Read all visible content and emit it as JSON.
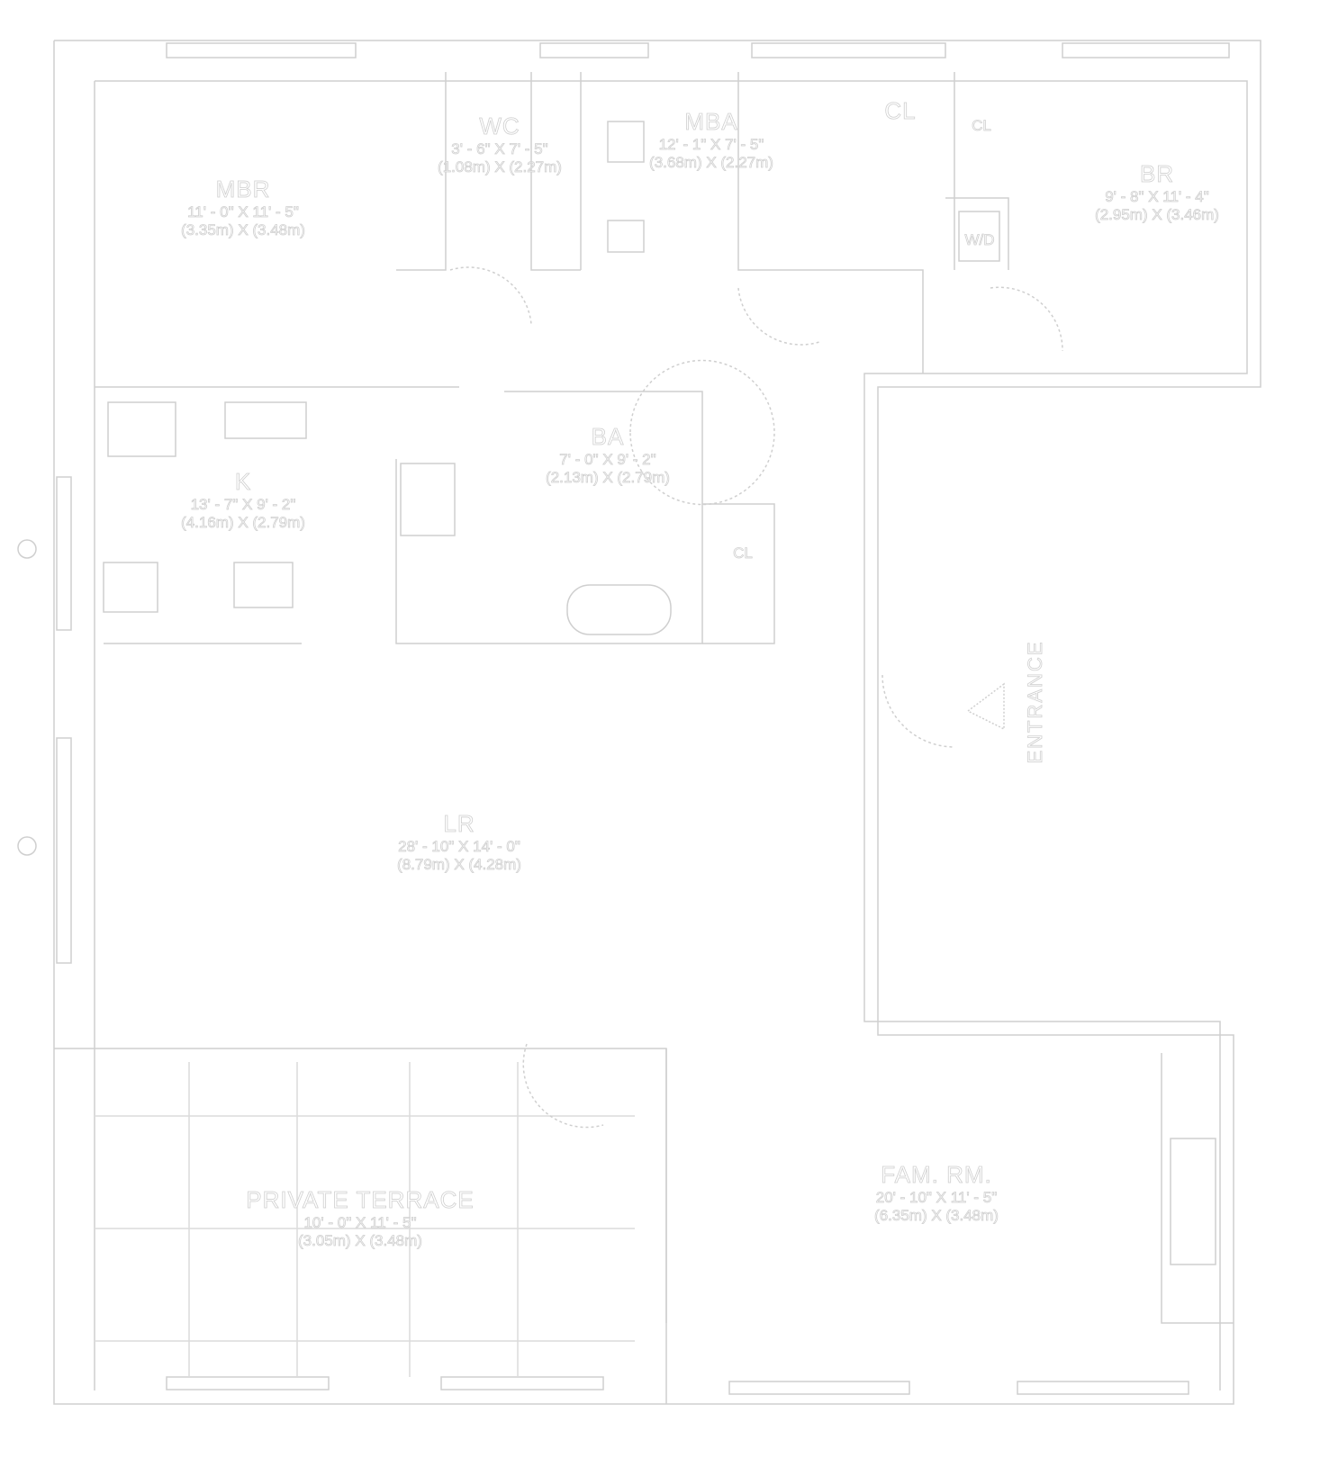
{
  "colors": {
    "background": "#ffffff",
    "lines": "#cfcfcf"
  },
  "rooms": {
    "mbr": {
      "name": "MBR",
      "dim_imperial": "11' - 0\" X 11' - 5\"",
      "dim_metric": "(3.35m) X (3.48m)"
    },
    "wc": {
      "name": "WC",
      "dim_imperial": "3' - 6\" X 7' - 5\"",
      "dim_metric": "(1.08m) X (2.27m)"
    },
    "mba": {
      "name": "MBA",
      "dim_imperial": "12' - 1\" X 7' - 5\"",
      "dim_metric": "(3.68m) X (2.27m)"
    },
    "br": {
      "name": "BR",
      "dim_imperial": "9' - 8\" X 11' - 4\"",
      "dim_metric": "(2.95m) X (3.46m)"
    },
    "k": {
      "name": "K",
      "dim_imperial": "13' - 7\" X 9' - 2\"",
      "dim_metric": "(4.16m) X (2.79m)"
    },
    "ba": {
      "name": "BA",
      "dim_imperial": "7' - 0\" X 9' - 2\"",
      "dim_metric": "(2.13m) X (2.79m)"
    },
    "cl1": {
      "name": "CL"
    },
    "cl2": {
      "name": "CL"
    },
    "cl3": {
      "name": "CL"
    },
    "wd": {
      "name": "W/D"
    },
    "lr": {
      "name": "LR",
      "dim_imperial": "28' - 10\" X 14' - 0\"",
      "dim_metric": "(8.79m) X (4.28m)"
    },
    "terrace": {
      "name": "PRIVATE TERRACE",
      "dim_imperial": "10' - 0\" X 11' - 5\"",
      "dim_metric": "(3.05m) X (3.48m)"
    },
    "fam": {
      "name": "FAM. RM.",
      "dim_imperial": "20' - 10\" X 11' - 5\"",
      "dim_metric": "(6.35m) X (3.48m)"
    }
  },
  "entrance": {
    "label": "ENTRANCE"
  }
}
